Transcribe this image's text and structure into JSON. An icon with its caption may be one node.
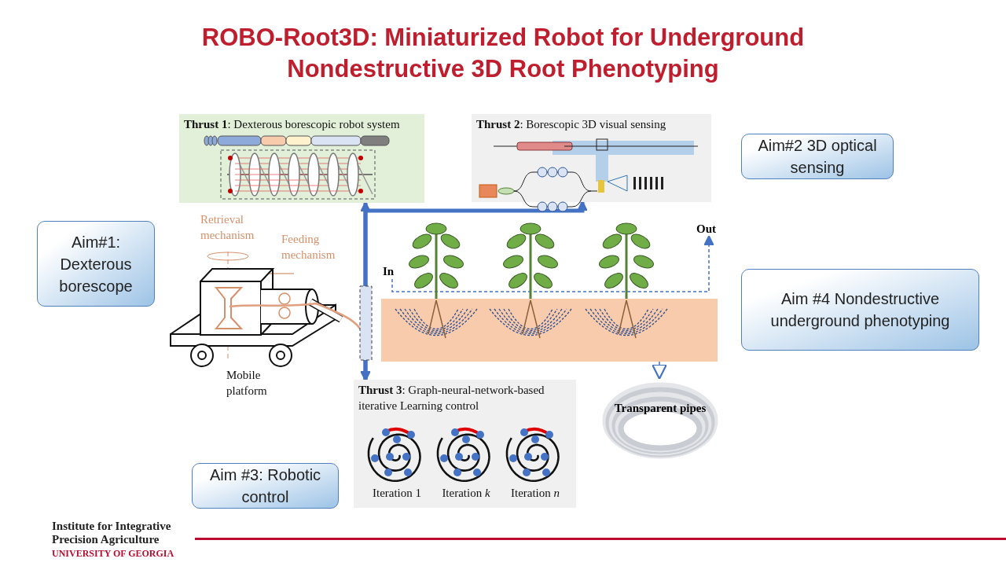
{
  "diagram": {
    "title": "ROBO-Root3D: Miniaturized Robot for Underground Nondestructive 3D Root Phenotyping",
    "nodes": [
      {
        "text": [
          "**Thrust 1**: Dexterous borescopic robot system"
        ]
      },
      {
        "text": [
          "**Thrust 2**: Borescopic 3D visual sensing"
        ]
      },
      {
        "text": [
          "**Thrust 3**: Graph-neural-network-based iterative Learning control"
        ]
      },
      {
        "text": [
          "Iteration 1"
        ],
        "in": 2
      },
      {
        "text": [
          "Iteration *k*"
        ],
        "in": 2
      },
      {
        "text": [
          "Iteration *n*"
        ],
        "in": 2
      },
      {
        "text": [
          "Aim#1: Dexterous borescope"
        ]
      },
      {
        "text": [
          "Aim#2 3D optical sensing"
        ]
      },
      {
        "text": [
          "Aim #3: Robotic control"
        ]
      },
      {
        "text": [
          "Aim #4 Nondestructive underground phenotyping"
        ]
      },
      {
        "text": [
          "In"
        ]
      },
      {
        "text": [
          "Out"
        ]
      },
      {
        "text": [],
        "shape": "picture"
      },
      {
        "text": [
          "Transparent pipes"
        ]
      }
    ],
    "edges": [
      {
        "from": 2,
        "to": 0,
        "arrow": "both",
        "style": "thick"
      },
      {
        "from": 2,
        "to": 1,
        "arrow": "both",
        "style": "thick"
      },
      {
        "from": 10,
        "to": 11,
        "arrow": "to",
        "style": "dashed"
      },
      {
        "from": 12,
        "to": 13,
        "arrow": "to"
      }
    ],
    "labels": [
      "Retrieval mechanism",
      "Feeding mechanism",
      "Mobile platform",
      "Institute for Integrative Precision Agriculture",
      "UNIVERSITY OF GEORGIA"
    ]
  }
}
